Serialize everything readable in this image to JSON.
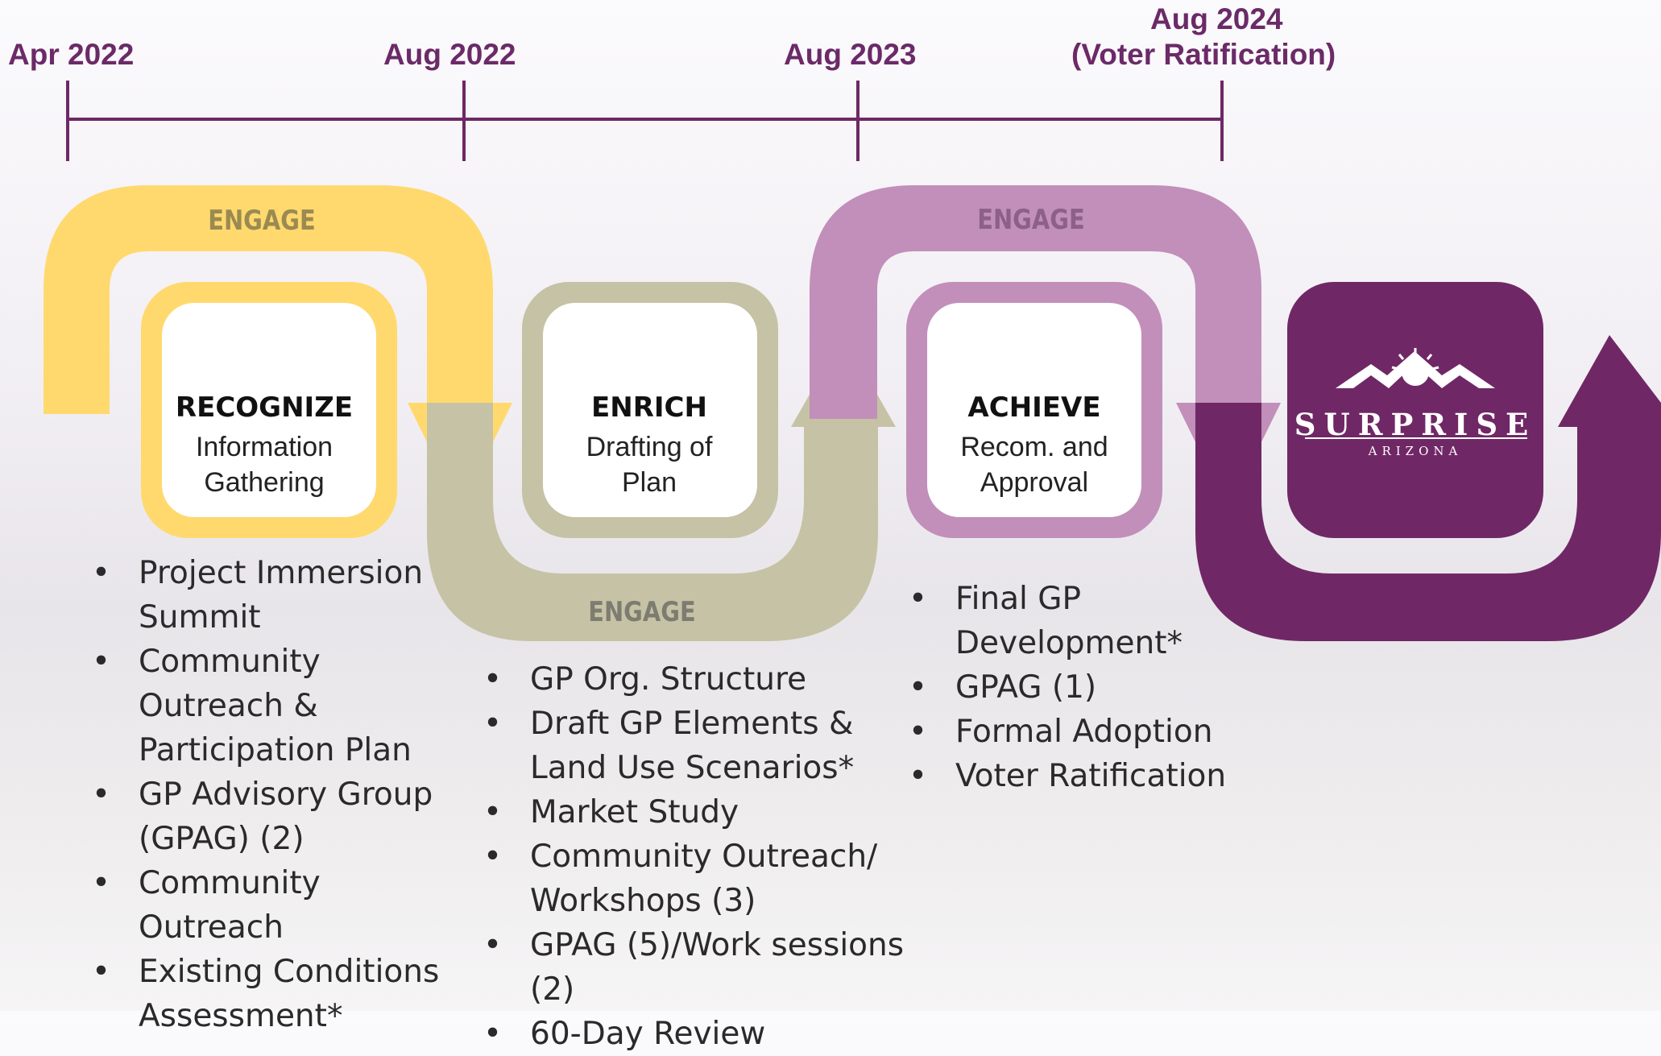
{
  "timeline": {
    "dates": [
      "Apr 2022",
      "Aug 2022",
      "Aug 2023",
      "Aug 2024",
      "(Voter Ratification)"
    ]
  },
  "engage": {
    "top_left": "ENGAGE",
    "bottom_middle": "ENGAGE",
    "top_right": "ENGAGE"
  },
  "stages": [
    {
      "title": "RECOGNIZE",
      "line1": "Information",
      "line2": "Gathering"
    },
    {
      "title": "ENRICH",
      "line1": "Drafting of",
      "line2": "Plan"
    },
    {
      "title": "ACHIEVE",
      "line1": "Recom. and",
      "line2": "Approval"
    }
  ],
  "logo": {
    "name": "SURPRISE",
    "state": "ARIZONA"
  },
  "lists": {
    "recognize": [
      "Project Immersion Summit",
      "Community Outreach & Participation Plan",
      "GP Advisory Group (GPAG) (2)",
      "Community Outreach",
      "Existing Conditions Assessment*"
    ],
    "enrich": [
      "GP Org. Structure",
      "Draft GP Elements & Land Use Scenarios*",
      "Market Study",
      "Community Outreach/ Workshops (3)",
      "GPAG (5)/Work sessions (2)",
      "60-Day Review"
    ],
    "achieve": [
      "Final GP Development*",
      "GPAG (1)",
      "Formal Adoption",
      "Voter Ratification"
    ]
  },
  "colors": {
    "purple": "#6f2865",
    "yellow": "#ffd96e",
    "khaki": "#c6c2a5",
    "mauve": "#c18fba"
  }
}
